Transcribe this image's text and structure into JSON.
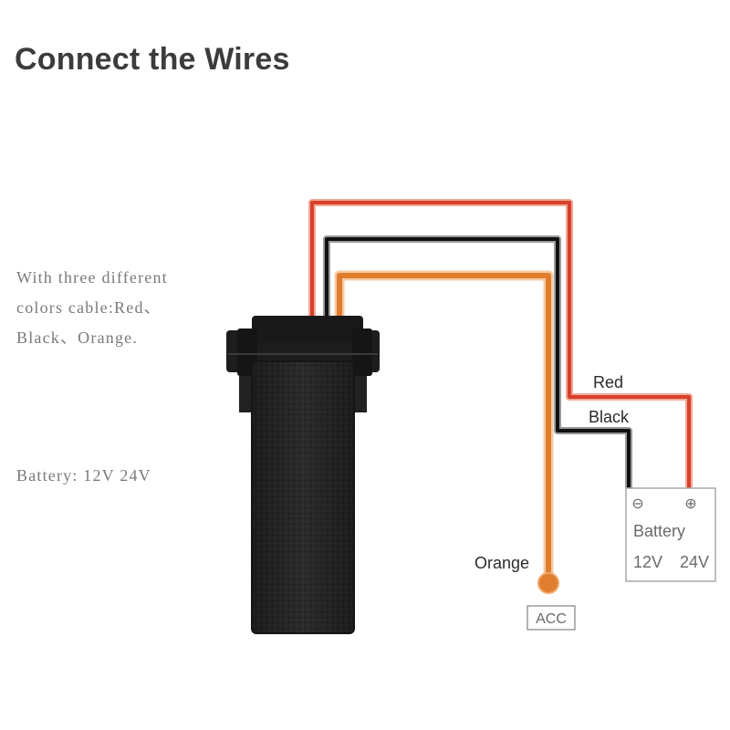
{
  "title": "Connect the Wires",
  "description": {
    "lines": [
      "With three different",
      "colors cable:Red、",
      "Black、Orange."
    ],
    "battery_line": "Battery: 12V 24V"
  },
  "wires": {
    "red": {
      "label": "Red",
      "color": "#d9412a"
    },
    "black": {
      "label": "Black",
      "color": "#111111"
    },
    "orange": {
      "label": "Orange",
      "color": "#e07d2f"
    }
  },
  "acc": {
    "label": "ACC"
  },
  "battery": {
    "label": "Battery",
    "neg_symbol": "⊖",
    "pos_symbol": "⊕",
    "voltages": [
      "12V",
      "24V"
    ]
  },
  "device": {
    "body_color": "#2a2a2a"
  }
}
